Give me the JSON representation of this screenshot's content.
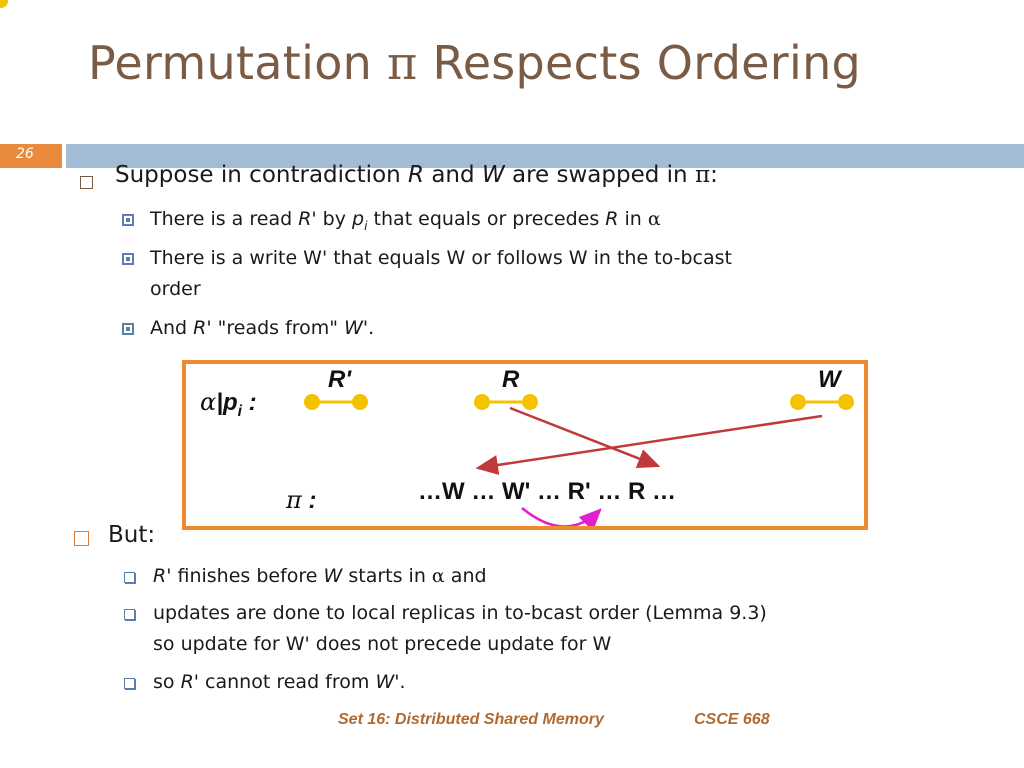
{
  "title": {
    "before": "Permutation ",
    "symbol": "π",
    "after": " Respects Ordering"
  },
  "slide_number": "26",
  "bullets": {
    "suppose": {
      "text1": "Suppose in contradiction ",
      "R": "R",
      "text2": " and ",
      "W": "W",
      "text3": " are swapped in ",
      "pi": "π",
      "colon": ":"
    },
    "read": {
      "text1": "There is a read ",
      "Rp": "R'",
      "text2": " by ",
      "p": "p",
      "i": "i",
      "text3": " that equals or precedes ",
      "R": "R",
      "text4": " in ",
      "alpha": "α"
    },
    "write": {
      "line1": "There is a write W' that equals W or follows W in the to-bcast",
      "line2": "order"
    },
    "and": {
      "text1": "And ",
      "Rp": "R'",
      "text2": " \"reads from\" ",
      "Wp": "W'",
      "text3": "."
    },
    "but": "But:",
    "finishes": {
      "Rp": "R'",
      "text1": " finishes before ",
      "W": "W",
      "text2": " starts in ",
      "alpha": "α",
      "text3": " and"
    },
    "updates": {
      "line1": "updates are done to local replicas in to-bcast order (Lemma 9.3)",
      "line2": "so update for W' does not precede update for W"
    },
    "cannot": {
      "text1": "so ",
      "Rp": "R'",
      "text2": " cannot read from ",
      "Wp": "W'",
      "text3": "."
    }
  },
  "diagram": {
    "alpha_label": {
      "alpha": "α",
      "bar": "|",
      "p": "p",
      "i": "i",
      "colon": " :"
    },
    "pi_label": {
      "pi": "π",
      "colon": " :"
    },
    "ops": {
      "Rprime": "R'",
      "R": "R",
      "W": "W"
    },
    "sequence": "…W … W' … R' … R …",
    "colors": {
      "dot": "#f5c200",
      "arrow": "#c0393b",
      "curve": "#e020d0",
      "border": "#f08a30"
    }
  },
  "footer": {
    "left": "Set 16: Distributed Shared Memory",
    "right": "CSCE 668"
  }
}
